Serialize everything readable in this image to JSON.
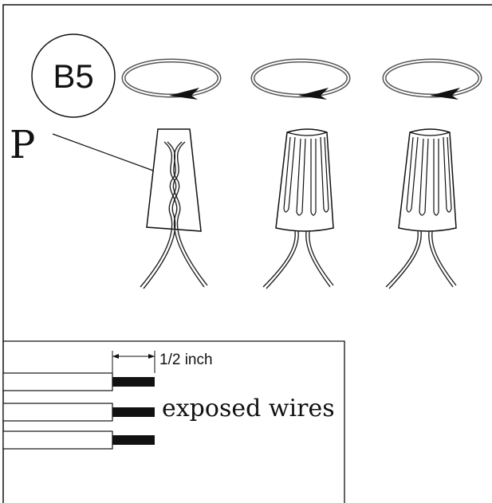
{
  "step": {
    "label": "B5"
  },
  "part": {
    "label": "P"
  },
  "instruction": {
    "rotation_arrows": 3,
    "measurement_label": "1/2 inch",
    "wires_label": "exposed wires",
    "wire_count": 3
  },
  "colors": {
    "ink": "#111111",
    "background": "#ffffff"
  }
}
